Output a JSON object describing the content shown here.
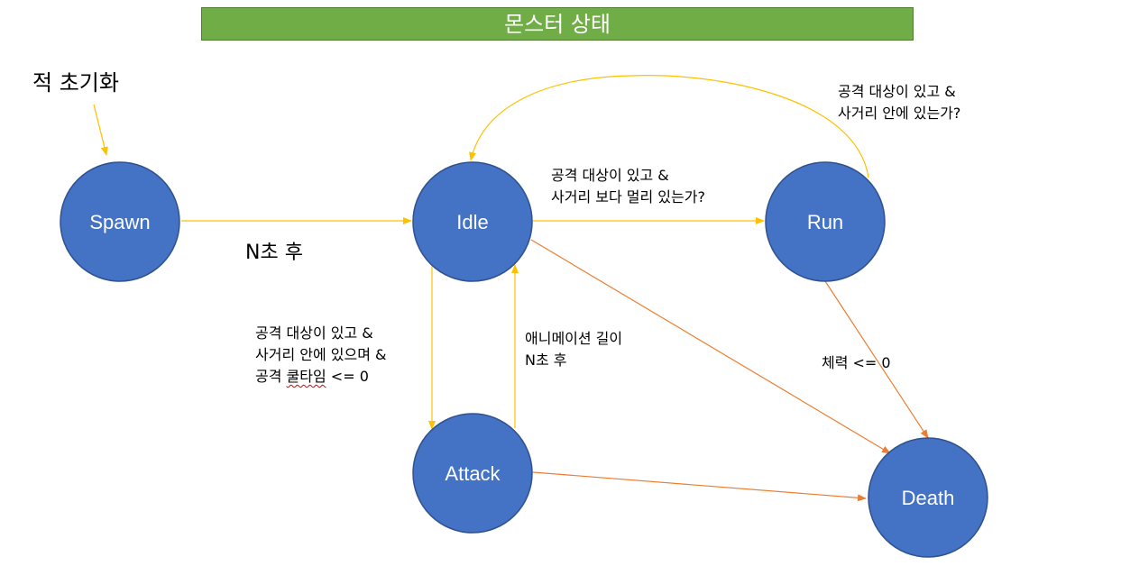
{
  "title": "몬스터 상태",
  "colors": {
    "title_bg": "#70ad47",
    "node_fill": "#4472c4",
    "node_stroke": "#2f528f",
    "arrow_yellow": "#ffc000",
    "arrow_orange": "#ed7d31"
  },
  "start_label": "적 초기화",
  "nodes": {
    "spawn": "Spawn",
    "idle": "Idle",
    "run": "Run",
    "attack": "Attack",
    "death": "Death"
  },
  "transitions": {
    "spawn_to_idle": "N초 후",
    "idle_to_run": {
      "line1": "공격 대상이 있고 &",
      "line2": "사거리 보다 멀리 있는가?"
    },
    "run_to_idle": {
      "line1": "공격 대상이 있고 &",
      "line2": "사거리 안에 있는가?"
    },
    "idle_to_attack": {
      "line1": "공격 대상이 있고 &",
      "line2": "사거리 안에 있으며 &",
      "line3_prefix": "공격 ",
      "line3_word": "쿨타임",
      "line3_suffix": " <= 0"
    },
    "attack_to_idle": {
      "line1": "애니메이션 길이",
      "line2": "N초 후"
    },
    "run_to_death": "체력 <= 0"
  }
}
